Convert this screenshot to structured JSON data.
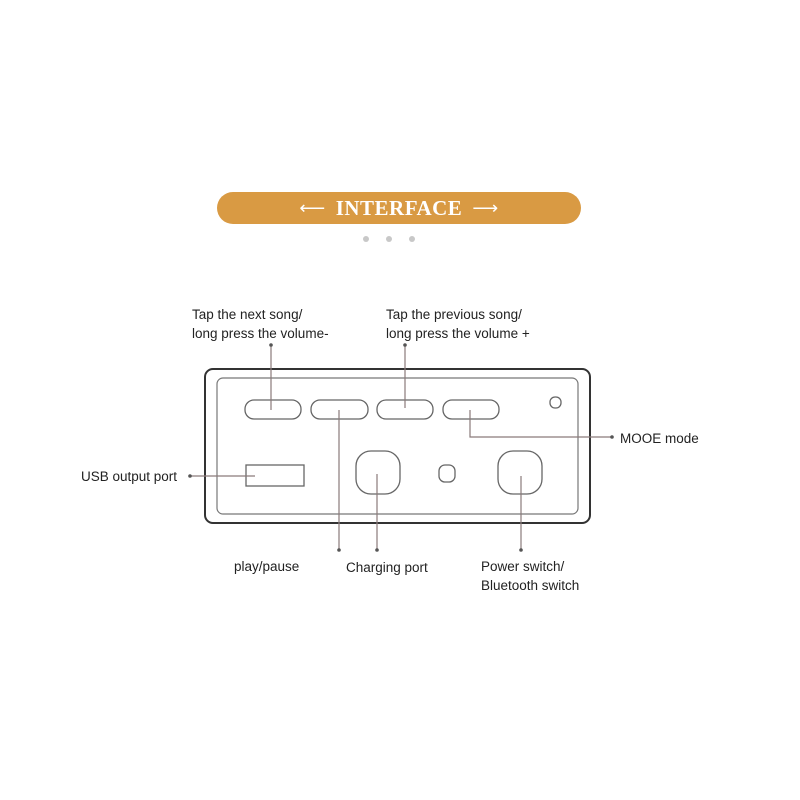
{
  "banner": {
    "title": "INTERFACE",
    "left_arrow": "⟵",
    "right_arrow": "⟶"
  },
  "labels": {
    "next_song_1": "Tap the next song/",
    "next_song_2": "long press the volume-",
    "prev_song_1": "Tap the previous song/",
    "prev_song_2": "long press the volume +",
    "mode": "MOOE mode",
    "usb": "USB output port",
    "play": "play/pause",
    "charging": "Charging port",
    "power_1": "Power switch/",
    "power_2": "Bluetooth switch"
  },
  "colors": {
    "accent": "#d99a43",
    "line": "#8a7a7a",
    "outline": "#555555"
  }
}
